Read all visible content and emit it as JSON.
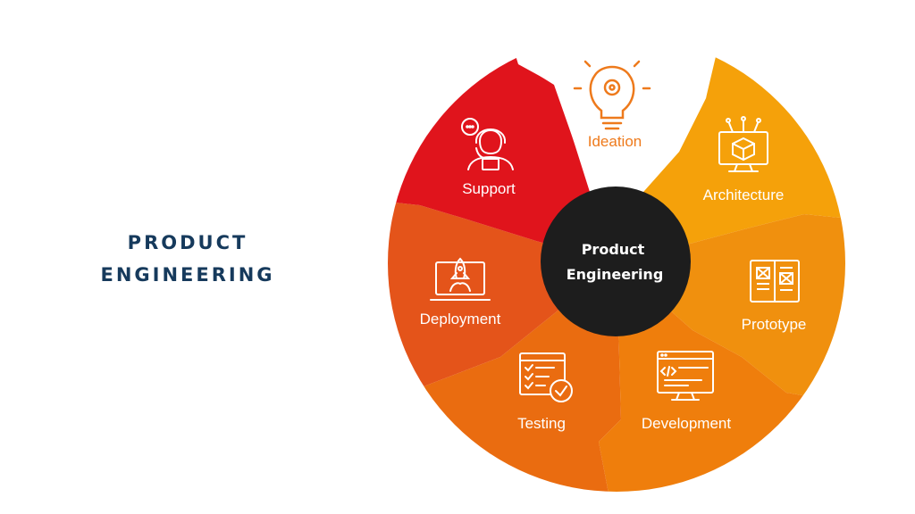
{
  "title": {
    "line1": "PRODUCT",
    "line2": "ENGINEERING"
  },
  "center": {
    "line1": "Product",
    "line2": "Engineering"
  },
  "segments": [
    {
      "label": "Ideation",
      "icon": "lightbulb-gear-icon",
      "color": "#ffffff"
    },
    {
      "label": "Architecture",
      "icon": "monitor-cube-icon",
      "color": "#f5a10a"
    },
    {
      "label": "Prototype",
      "icon": "wireframe-document-icon",
      "color": "#f0900e"
    },
    {
      "label": "Development",
      "icon": "code-window-icon",
      "color": "#ef7e0c"
    },
    {
      "label": "Testing",
      "icon": "checklist-icon",
      "color": "#ea6c10"
    },
    {
      "label": "Deployment",
      "icon": "rocket-laptop-icon",
      "color": "#e4541a"
    },
    {
      "label": "Support",
      "icon": "support-agent-icon",
      "color": "#e0141c"
    }
  ],
  "colors": {
    "title": "#163a5c",
    "center": "#1d1d1d",
    "ideation_text": "#ee7a1c"
  }
}
